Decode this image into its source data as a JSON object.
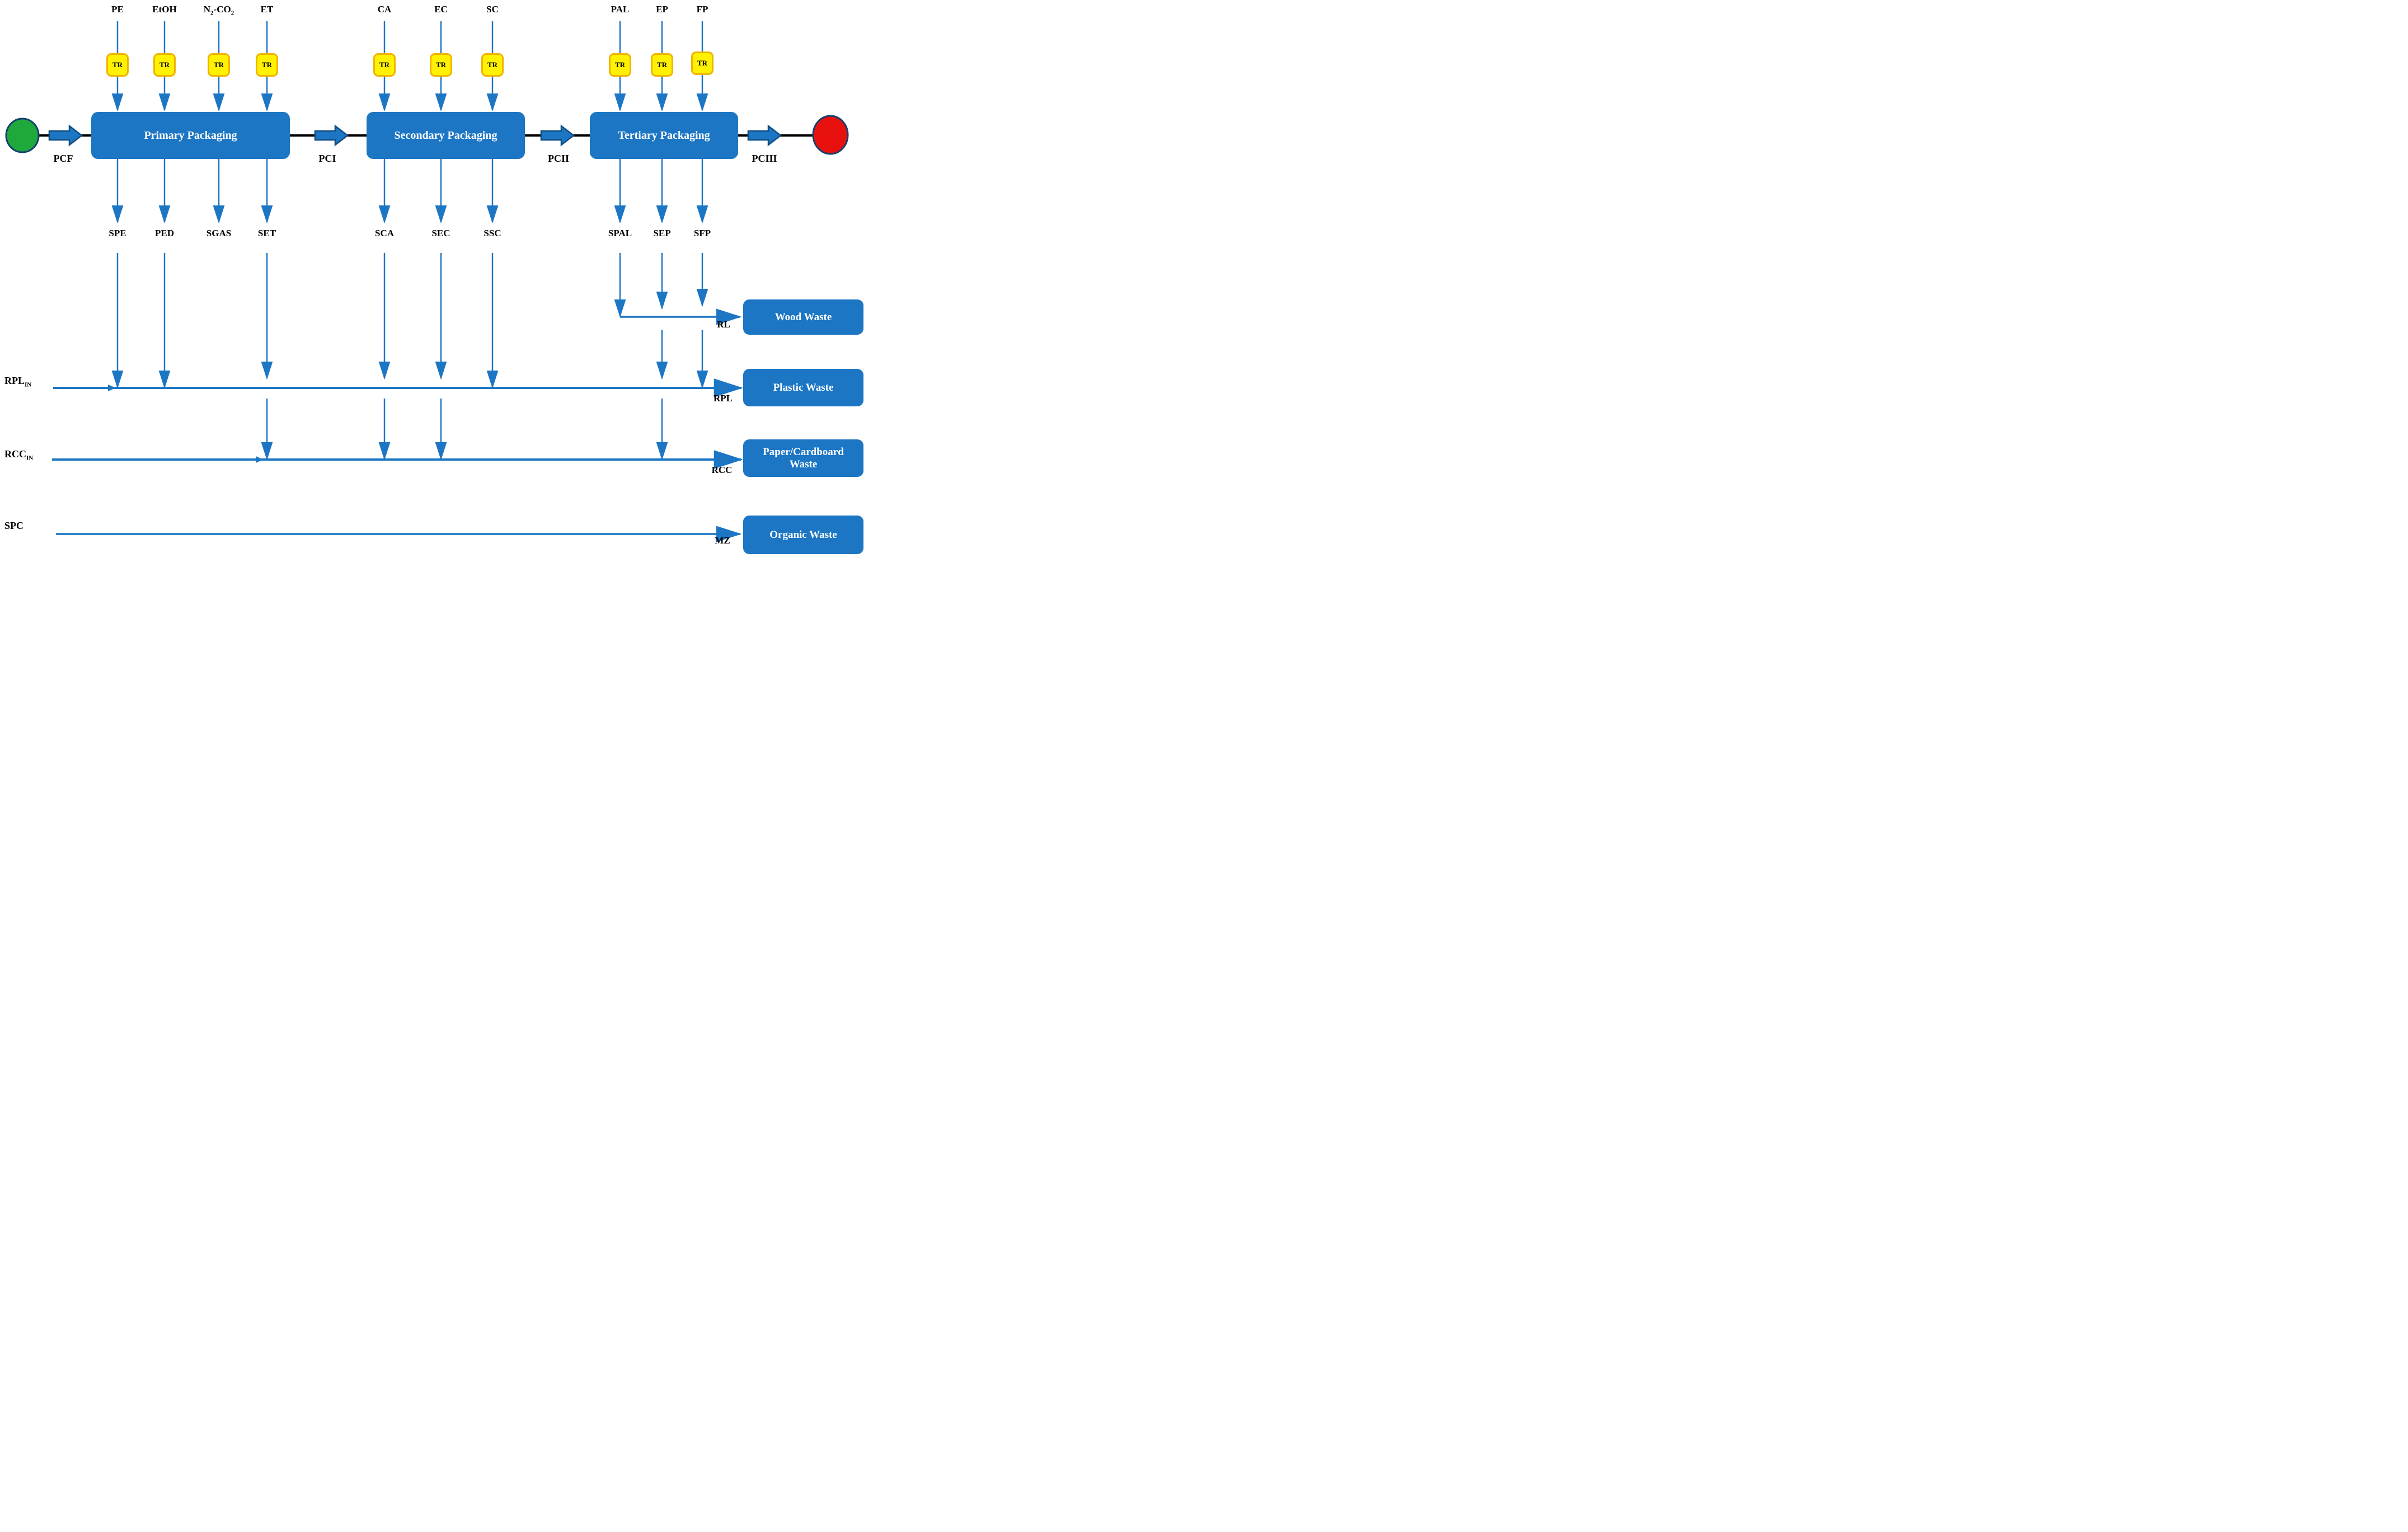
{
  "colors": {
    "blue": "#1C76C4",
    "navy": "#14406E",
    "yellow": "#FFF101",
    "yellow_border": "#F0B400",
    "green": "#1FA83C",
    "red": "#E8100C",
    "black": "#000000"
  },
  "tr_label": "TR",
  "inputs": [
    {
      "label": "PE"
    },
    {
      "label": "EtOH"
    },
    {
      "base": "N",
      "sub1": "2",
      "mid": "-CO",
      "sub2": "2"
    },
    {
      "label": "ET"
    },
    {
      "label": "CA"
    },
    {
      "label": "EC"
    },
    {
      "label": "SC"
    },
    {
      "label": "PAL"
    },
    {
      "label": "EP"
    },
    {
      "label": "FP"
    }
  ],
  "stages": [
    {
      "title": "Primary Packaging"
    },
    {
      "title": "Secondary Packaging"
    },
    {
      "title": "Tertiary Packaging"
    }
  ],
  "flow_labels": {
    "pcf": "PCF",
    "pci": "PCI",
    "pcii": "PCII",
    "pciii": "PCIII"
  },
  "outputs": [
    {
      "label": "SPE"
    },
    {
      "label": "PED"
    },
    {
      "label": "SGAS"
    },
    {
      "label": "SET"
    },
    {
      "label": "SCA"
    },
    {
      "label": "SEC"
    },
    {
      "label": "SSC"
    },
    {
      "label": "SPAL"
    },
    {
      "label": "SEP"
    },
    {
      "label": "SFP"
    }
  ],
  "left_streams": {
    "rpl_in": {
      "base": "RPL",
      "sub": "IN"
    },
    "rcc_in": {
      "base": "RCC",
      "sub": "IN"
    },
    "spc": "SPC"
  },
  "recycle_labels": {
    "rl": "RL",
    "rpl": "RPL",
    "rcc": "RCC",
    "mz": "MZ"
  },
  "waste_boxes": [
    {
      "label": "Wood Waste"
    },
    {
      "label": "Plastic Waste"
    },
    {
      "label": "Paper/Cardboard Waste"
    },
    {
      "label": "Organic Waste"
    }
  ]
}
